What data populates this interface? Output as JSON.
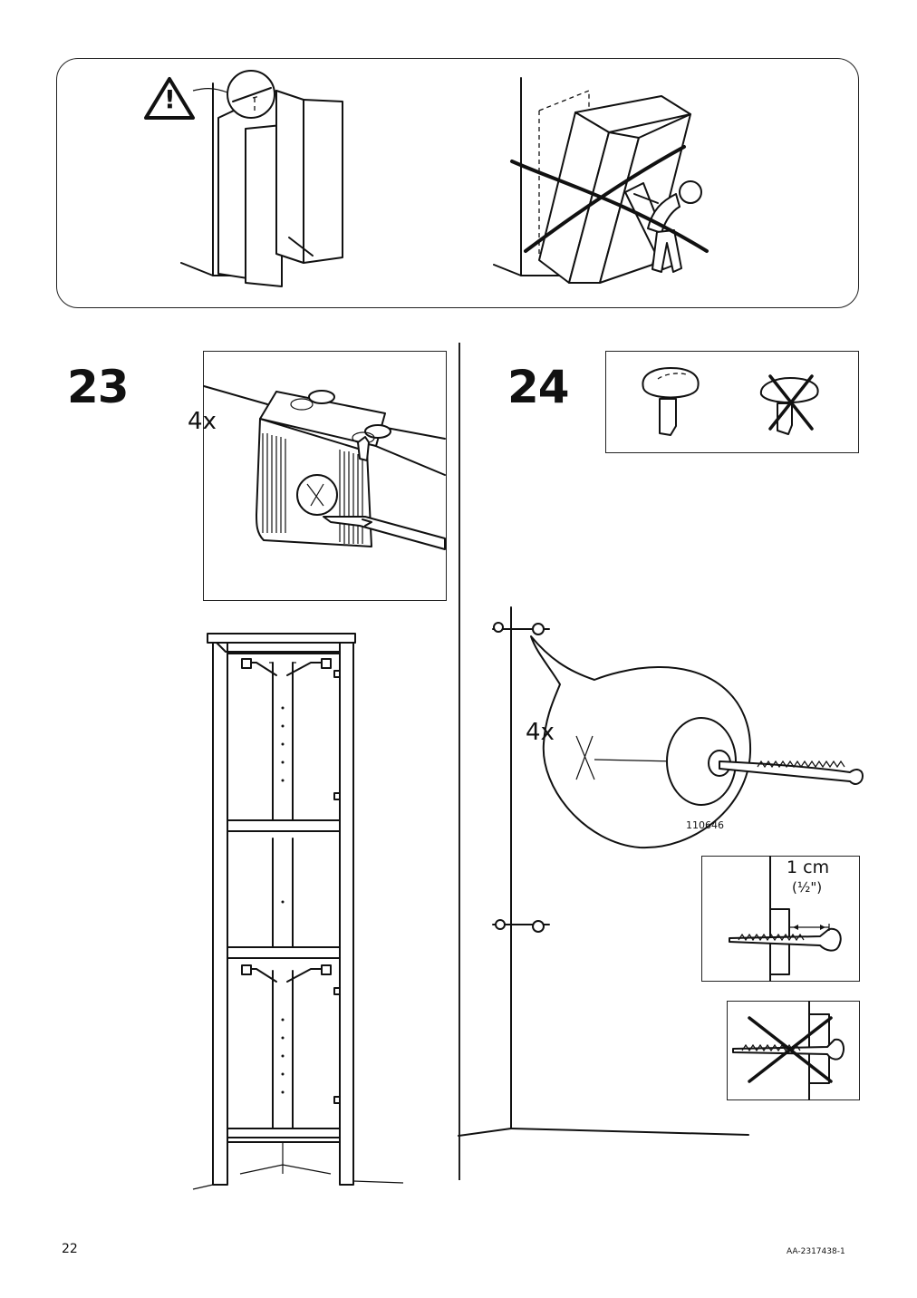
{
  "warning": {
    "icon": "warning-triangle-icon",
    "mark": "!"
  },
  "step23": {
    "number": "23",
    "quantity": "4x"
  },
  "step24": {
    "number": "24",
    "quantity": "4x",
    "part_number": "110646",
    "measure": "1 cm",
    "measure_imperial": "(½\")"
  },
  "footer": {
    "page_number": "22",
    "doc_code": "AA-2317438-1"
  }
}
